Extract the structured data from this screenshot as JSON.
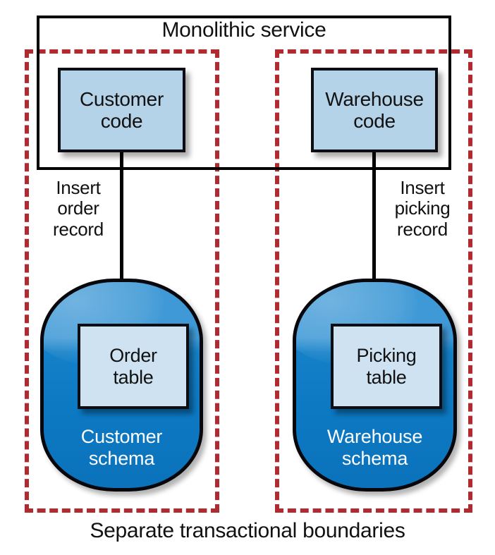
{
  "diagram": {
    "title": "Monolithic service",
    "caption": "Separate transactional boundaries",
    "colors": {
      "boundary_red": "#b02a2f",
      "code_box_fill": "#b5d3e8",
      "table_box_fill": "#cfe2f1",
      "schema_blue_top": "#3f99d6",
      "schema_blue_bottom": "#0b72bb",
      "outline_black": "#000000"
    },
    "boundaries": [
      {
        "name": "customer-transactional-boundary",
        "style": "dashed"
      },
      {
        "name": "warehouse-transactional-boundary",
        "style": "dashed"
      }
    ],
    "columns": [
      {
        "code_label": "Customer\ncode",
        "arrow_label": "Insert\norder\nrecord",
        "schema_label": "Customer\nschema",
        "table_label": "Order\ntable"
      },
      {
        "code_label": "Warehouse\ncode",
        "arrow_label": "Insert\npicking\nrecord",
        "schema_label": "Warehouse\nschema",
        "table_label": "Picking\ntable"
      }
    ]
  }
}
